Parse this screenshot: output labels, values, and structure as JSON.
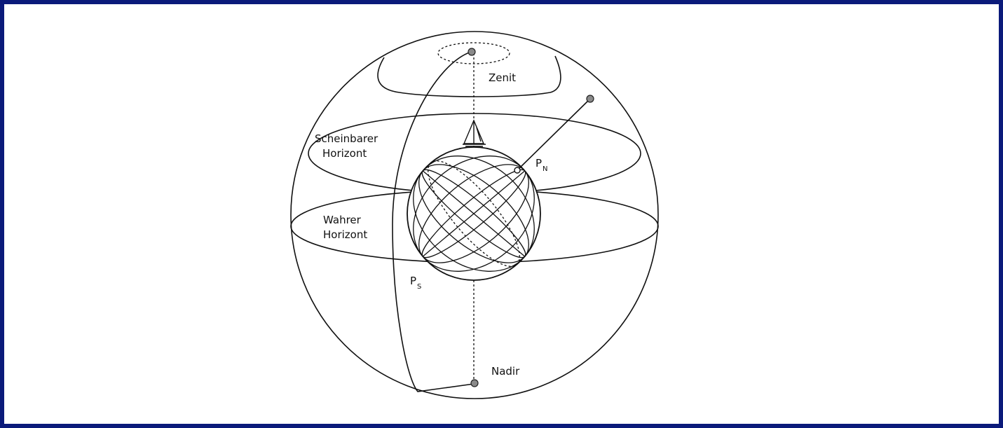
{
  "frame": {
    "border_color": "#0b1a7a"
  },
  "labels": {
    "zenit": "Zenit",
    "scheinbarer_1": "Scheinbarer",
    "scheinbarer_2": "Horizont",
    "wahrer_1": "Wahrer",
    "wahrer_2": "Horizont",
    "pn_main": "P",
    "pn_sub": "N",
    "ps_main": "P",
    "ps_sub": "S",
    "nadir": "Nadir"
  },
  "icons": {
    "ship": "sailboat-icon",
    "celestial_body": "point-marker-icon"
  }
}
